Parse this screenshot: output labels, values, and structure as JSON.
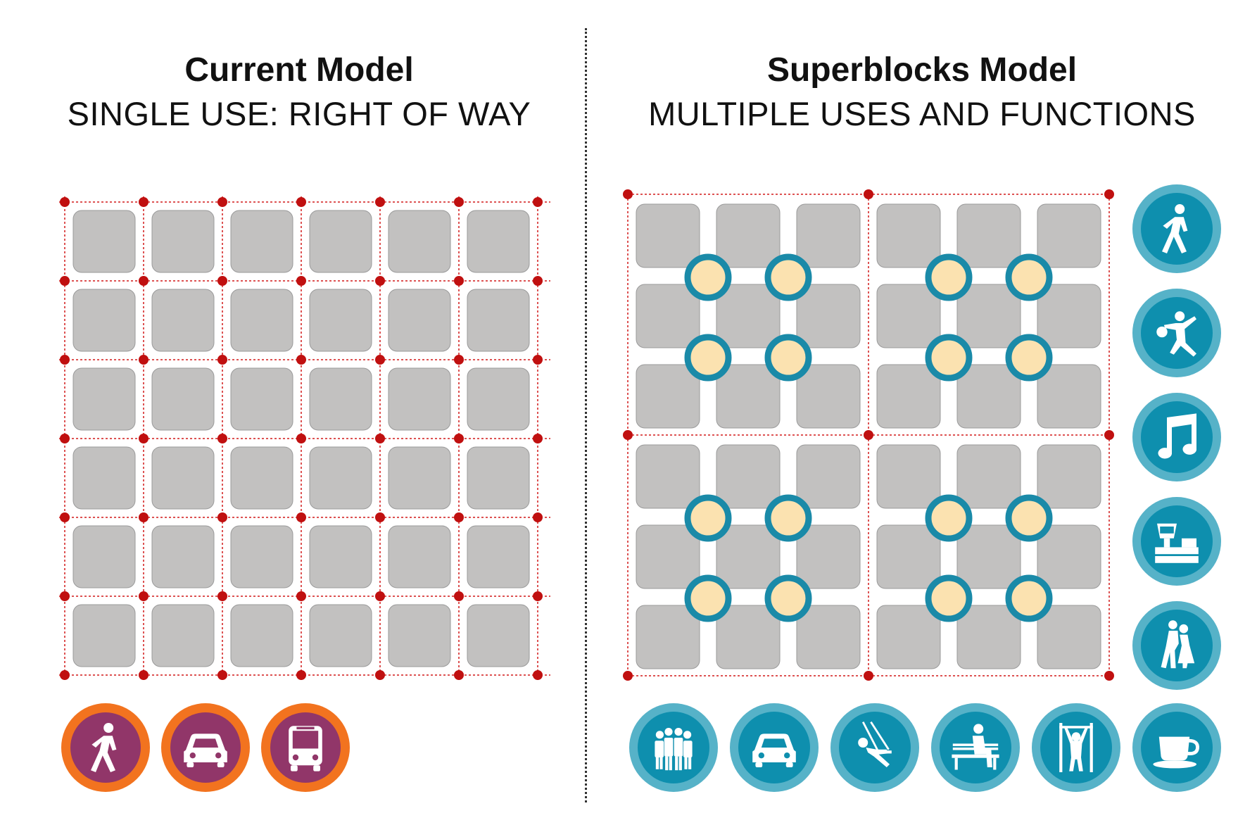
{
  "current_model": {
    "heading": "Current Model",
    "subheading": "SINGLE USE: RIGHT OF WAY",
    "grid_blocks": 36,
    "icons": [
      {
        "name": "pedestrian-icon"
      },
      {
        "name": "car-icon"
      },
      {
        "name": "bus-icon"
      }
    ]
  },
  "superblocks_model": {
    "heading": "Superblocks Model",
    "subheading": "MULTIPLE USES AND FUNCTIONS",
    "superblocks": 4,
    "icons_right": [
      {
        "name": "pedestrian-icon"
      },
      {
        "name": "sports-icon"
      },
      {
        "name": "music-icon"
      },
      {
        "name": "market-icon"
      },
      {
        "name": "dancing-icon"
      }
    ],
    "icons_bottom": [
      {
        "name": "crowd-icon"
      },
      {
        "name": "car-icon"
      },
      {
        "name": "swing-icon"
      },
      {
        "name": "bench-icon"
      },
      {
        "name": "exercise-bar-icon"
      },
      {
        "name": "coffee-icon"
      }
    ]
  },
  "colors": {
    "block": "#c2c1c0",
    "block_stroke": "#9a9a9a",
    "road_line": "#d21919",
    "node": "#c01010",
    "plaza_fill": "#fbe2b0",
    "plaza_ring": "#1a8aa8",
    "teal_outer": "#56b2c8",
    "teal_inner": "#0e8fae",
    "orange_outer": "#f2731f",
    "purple_inner": "#913669"
  }
}
